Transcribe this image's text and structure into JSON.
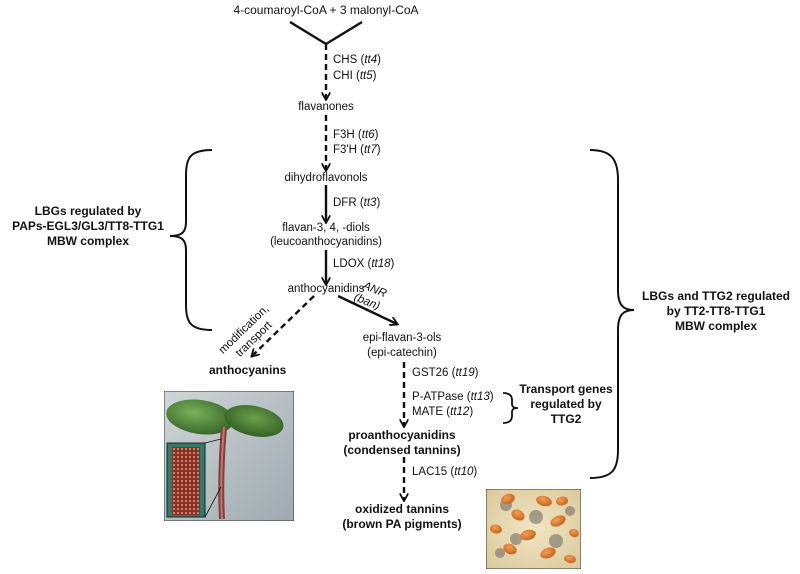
{
  "precursors": "4-coumaroyl-CoA  +  3 malonyl-CoA",
  "steps": {
    "chs": {
      "enzyme": "CHS",
      "gene": "tt4"
    },
    "chi": {
      "enzyme": "CHI",
      "gene": "tt5"
    },
    "f3h": {
      "enzyme": "F3H",
      "gene": "tt6"
    },
    "f3ph": {
      "enzyme": "F3'H",
      "gene": "tt7"
    },
    "dfr": {
      "enzyme": "DFR",
      "gene": "tt3"
    },
    "ldox": {
      "enzyme": "LDOX",
      "gene": "tt18"
    },
    "anr": {
      "enzyme": "ANR",
      "gene": "ban"
    },
    "gst": {
      "enzyme": "GST26",
      "gene": "tt19"
    },
    "patpase": {
      "enzyme": "P-ATPase",
      "gene": "tt13"
    },
    "mate": {
      "enzyme": "MATE",
      "gene": "tt12"
    },
    "lac": {
      "enzyme": "LAC15",
      "gene": "tt10"
    }
  },
  "metabolites": {
    "flavanones": "flavanones",
    "dihydroflavonols": "dihydroflavonols",
    "flavandiols_1": "flavan-3, 4, -diols",
    "flavandiols_2": "(leucoanthocyanidins)",
    "anthocyanidins": "anthocyanidins",
    "epiflavanols_1": "epi-flavan-3-ols",
    "epiflavanols_2": "(epi-catechin)",
    "anthocyanins": "anthocyanins",
    "proanthocyanidins_1": "proanthocyanidins",
    "proanthocyanidins_2": "(condensed tannins)",
    "oxidized_1": "oxidized tannins",
    "oxidized_2": "(brown PA pigments)"
  },
  "modification_1": "modification,",
  "modification_2": "transport",
  "left_group": [
    "LBGs regulated by",
    "PAPs-EGL3/GL3/TT8-TTG1",
    "MBW complex"
  ],
  "right_group": [
    "LBGs and TTG2 regulated",
    "by TT2-TT8-TTG1",
    "MBW complex"
  ],
  "transport_group": [
    "Transport genes",
    "regulated by",
    "TTG2"
  ],
  "images": {
    "seedling": "seedling-photo",
    "seeds": "seeds-photo"
  },
  "colors": {
    "arrow": "#111111",
    "seed": "#e0762a",
    "seedling_green": "#3f7a2a",
    "seedling_stem": "#8a3b3b"
  }
}
